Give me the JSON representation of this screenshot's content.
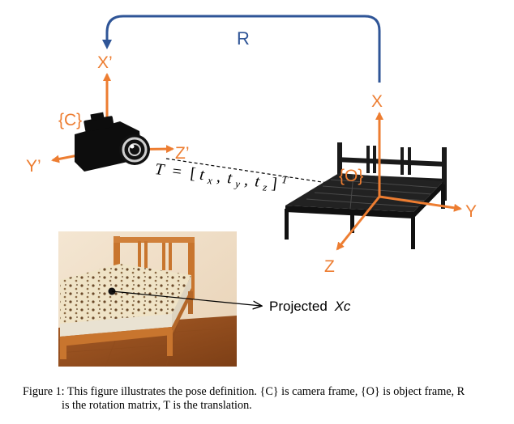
{
  "figure": {
    "rotation_label": "R",
    "camera": {
      "frame_label": "{C}",
      "axis_x": "X’",
      "axis_y": "Y’",
      "axis_z": "Z’"
    },
    "object": {
      "frame_label": "{O}",
      "axis_x": "X",
      "axis_y": "Y",
      "axis_z": "Z"
    },
    "translation": {
      "T": "T",
      "eq": "=",
      "lb": "[",
      "tx": "t",
      "sx": "x",
      "c1": ",",
      "ty": "t",
      "sy": "y",
      "c2": ",",
      "tz": "t",
      "sz": "z",
      "rb": "]",
      "sup": "T"
    },
    "projected_label": "Projected",
    "projected_var": "Xc"
  },
  "caption": {
    "line1": "Figure 1:  This figure illustrates the pose definition. {C} is camera frame, {O} is object frame, R",
    "line2": "is the rotation matrix, T is the translation."
  },
  "colors": {
    "axis_orange": "#ed7d31",
    "rotation_blue": "#2f5597",
    "bed_black": "#1a1a1a",
    "wood": "#c8752e"
  }
}
